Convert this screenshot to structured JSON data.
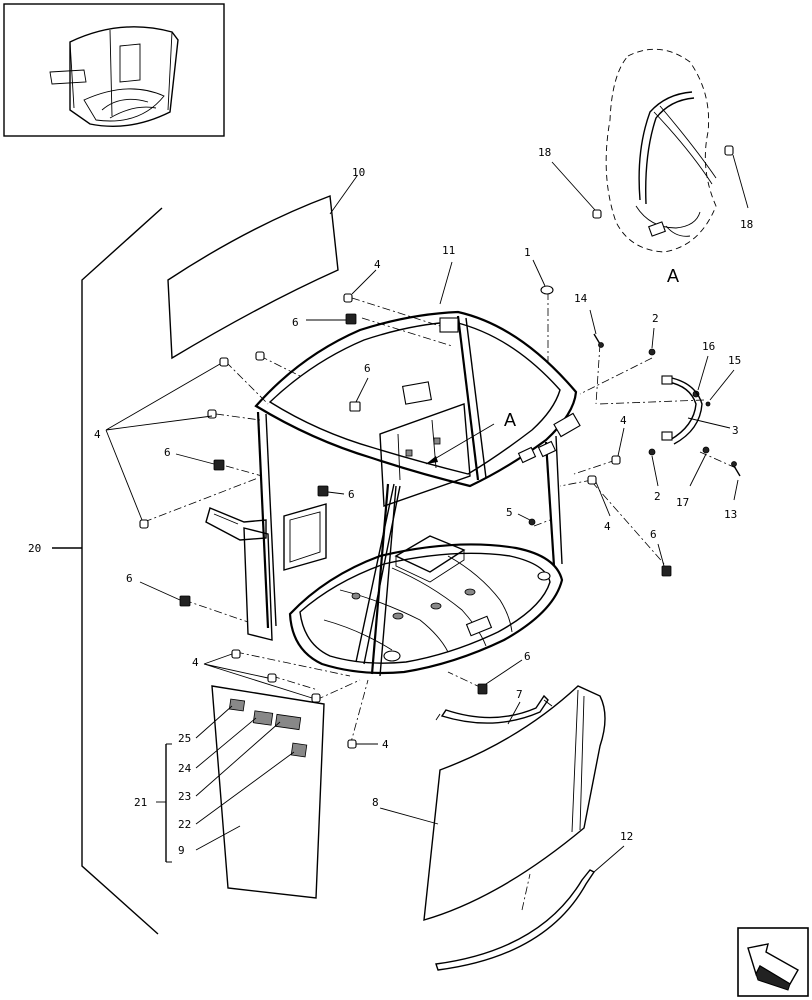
{
  "view_label": "A",
  "callouts": {
    "c1": "1",
    "c2a": "2",
    "c2b": "2",
    "c3": "3",
    "c4_top": "4",
    "c4_left": "4",
    "c4_right_a": "4",
    "c4_right_b": "4",
    "c4_bl": "4",
    "c4_bottom": "4",
    "c5": "5",
    "c6_top": "6",
    "c6_mid": "6",
    "c6_l": "6",
    "c6_c": "6",
    "c6_ll": "6",
    "c6_r": "6",
    "c6_b": "6",
    "c7": "7",
    "c8": "8",
    "c9": "9",
    "c10": "10",
    "c11": "11",
    "c12": "12",
    "c13": "13",
    "c14": "14",
    "c15": "15",
    "c16": "16",
    "c17": "17",
    "c18a": "18",
    "c18b": "18",
    "c20": "20",
    "c21": "21",
    "c22": "22",
    "c23": "23",
    "c24": "24",
    "c25": "25"
  }
}
